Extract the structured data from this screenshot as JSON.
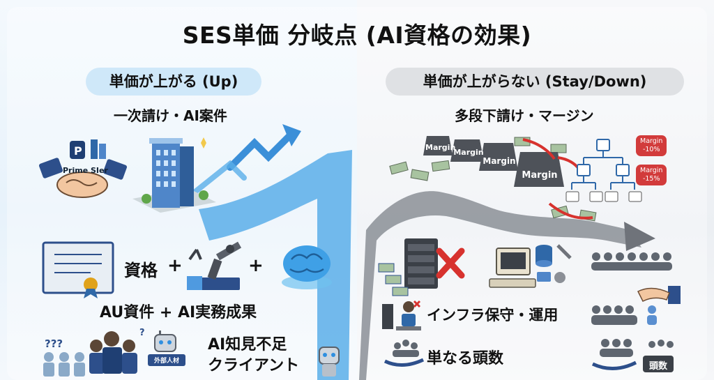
{
  "title": "SES単価 分岐点 (AI資格の効果)",
  "left": {
    "pill": "単価が上がる (Up)",
    "subtitle": "一次請け・AI案件",
    "company_label": "Prime SIer",
    "formula": {
      "a": "資格",
      "plus1": "+",
      "plus2": "+"
    },
    "caption": "AU資件 + AI実務成果",
    "external_badge": "外部人材",
    "question_marks": "???",
    "question_mark_single": "?",
    "client_text_1": "AI知見不足",
    "client_text_2": "クライアント"
  },
  "right": {
    "pill": "単価が上がらない (Stay/Down)",
    "subtitle": "多段下請け・マージン",
    "weights": [
      "Margin",
      "Margin",
      "Margin",
      "Margin"
    ],
    "margin_chip_1": "Margin\n-10%",
    "margin_chip_2": "Margin\n-15%",
    "row1_text": "インフラ保守・運用",
    "row2_text": "単なる頭数",
    "heads_badge": "頭数"
  },
  "colors": {
    "accent_blue": "#2f8fe0",
    "road_gray": "#8b8f96",
    "danger_red": "#d7322e",
    "navy": "#1f3f73"
  }
}
